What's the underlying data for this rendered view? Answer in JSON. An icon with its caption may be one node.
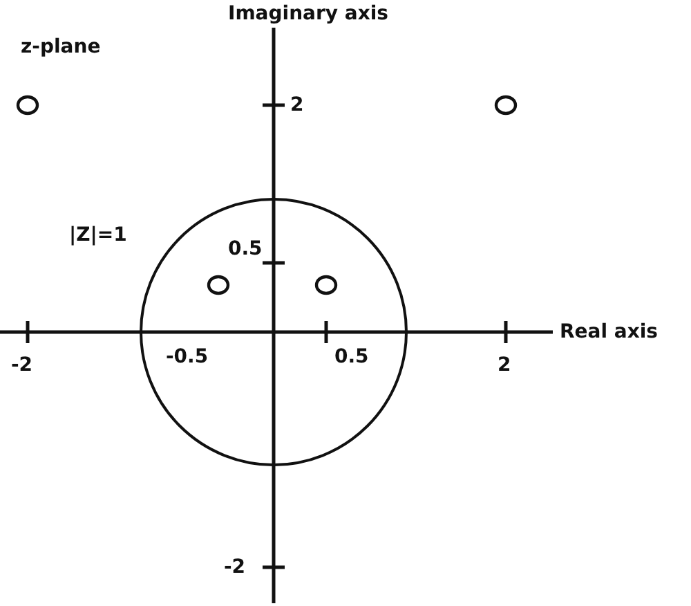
{
  "diagram": {
    "labels": [
      "Imaginary axis",
      "z-plane",
      "2",
      "|Z|=1",
      "0.5",
      "Real axis",
      "-2",
      "-0.5",
      "0.5",
      "2",
      "-2"
    ]
  }
}
